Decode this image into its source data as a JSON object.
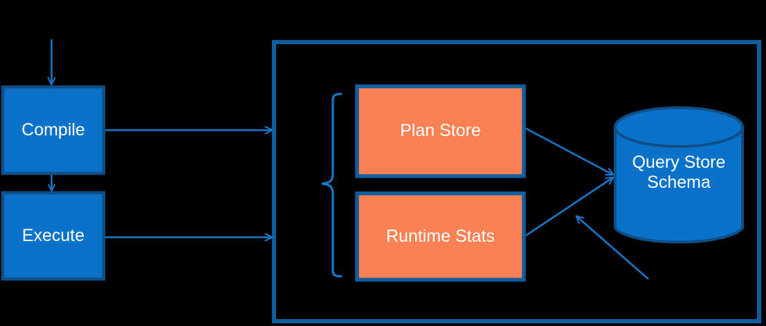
{
  "diagram": {
    "type": "flow-diagram",
    "title": "Query Store architecture flow",
    "colors": {
      "background": "#000000",
      "process_fill": "#0A72C8",
      "process_stroke": "#0F4E86",
      "store_fill": "#FA8153",
      "store_stroke": "#0F5FA0",
      "container_stroke": "#0F5FA0",
      "cylinder_fill": "#0A72C8",
      "cylinder_stroke": "#0F4E86",
      "arrow_stroke": "#1479CC",
      "brace_stroke": "#1479CC",
      "text": "#FFFFFF"
    },
    "nodes": [
      {
        "id": "compile",
        "label": "Compile",
        "shape": "rectangle",
        "fill": "process"
      },
      {
        "id": "execute",
        "label": "Execute",
        "shape": "rectangle",
        "fill": "process"
      },
      {
        "id": "plan",
        "label": "Plan Store",
        "shape": "rectangle",
        "fill": "store"
      },
      {
        "id": "runtime",
        "label": "Runtime Stats",
        "shape": "rectangle",
        "fill": "store"
      },
      {
        "id": "schema",
        "label": "Query Store\nSchema",
        "shape": "cylinder",
        "fill": "cylinder"
      }
    ],
    "container": {
      "id": "query-store-boundary",
      "label": ""
    },
    "brace": {
      "id": "store-group-brace",
      "groups": [
        "plan",
        "runtime"
      ]
    },
    "edges": [
      {
        "from": "input",
        "to": "compile",
        "direction": "down",
        "arrowhead": true
      },
      {
        "from": "compile",
        "to": "execute",
        "direction": "down",
        "arrowhead": true
      },
      {
        "from": "compile",
        "to": "query-store-boundary",
        "direction": "right",
        "arrowhead": true
      },
      {
        "from": "execute",
        "to": "query-store-boundary",
        "direction": "right",
        "arrowhead": true
      },
      {
        "from": "plan",
        "to": "schema",
        "direction": "right-down",
        "arrowhead": true
      },
      {
        "from": "runtime",
        "to": "schema",
        "direction": "right-up",
        "arrowhead": true
      },
      {
        "from": "external-bottom-right",
        "to": "schema",
        "direction": "up-left",
        "arrowhead": true
      }
    ]
  }
}
